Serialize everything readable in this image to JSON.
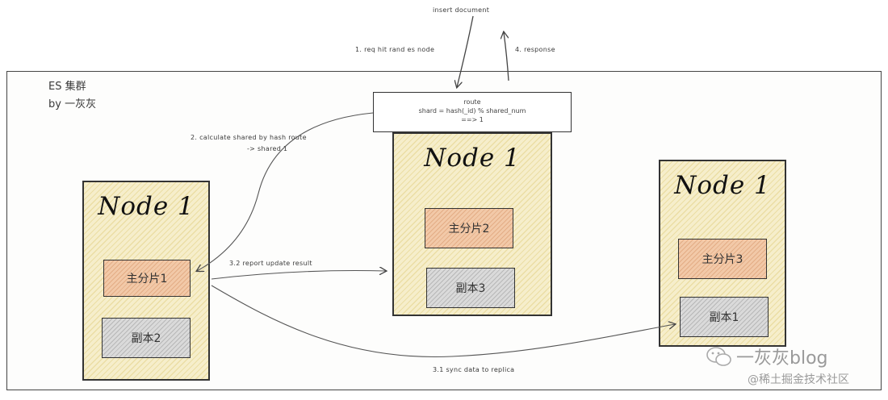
{
  "top": {
    "insert_label": "insert document",
    "request_label": "1. req hit rand es node",
    "response_label": "4. response"
  },
  "cluster": {
    "title_line1": "ES 集群",
    "title_line2": "by 一灰灰"
  },
  "route": {
    "line1": "route",
    "line2": "shard = hash(_id) % shared_num",
    "line3": "==> 1"
  },
  "edges": {
    "calc_line1": "2. calculate shared by hash route",
    "calc_line2": "-> shared 1",
    "report": "3.2 report update result",
    "sync": "3.1 sync data to replica"
  },
  "nodes": [
    {
      "title": "Node 1",
      "primary": "主分片1",
      "replica": "副本2"
    },
    {
      "title": "Node 1",
      "primary": "主分片2",
      "replica": "副本3"
    },
    {
      "title": "Node 1",
      "primary": "主分片3",
      "replica": "副本1"
    }
  ],
  "watermark": {
    "brand": "一灰灰blog",
    "site": "@稀土掘金技术社区"
  },
  "colors": {
    "node_fill": "#f6eecb",
    "primary_fill": "#f2c9a8",
    "replica_fill": "#dadada",
    "line": "#444444"
  }
}
